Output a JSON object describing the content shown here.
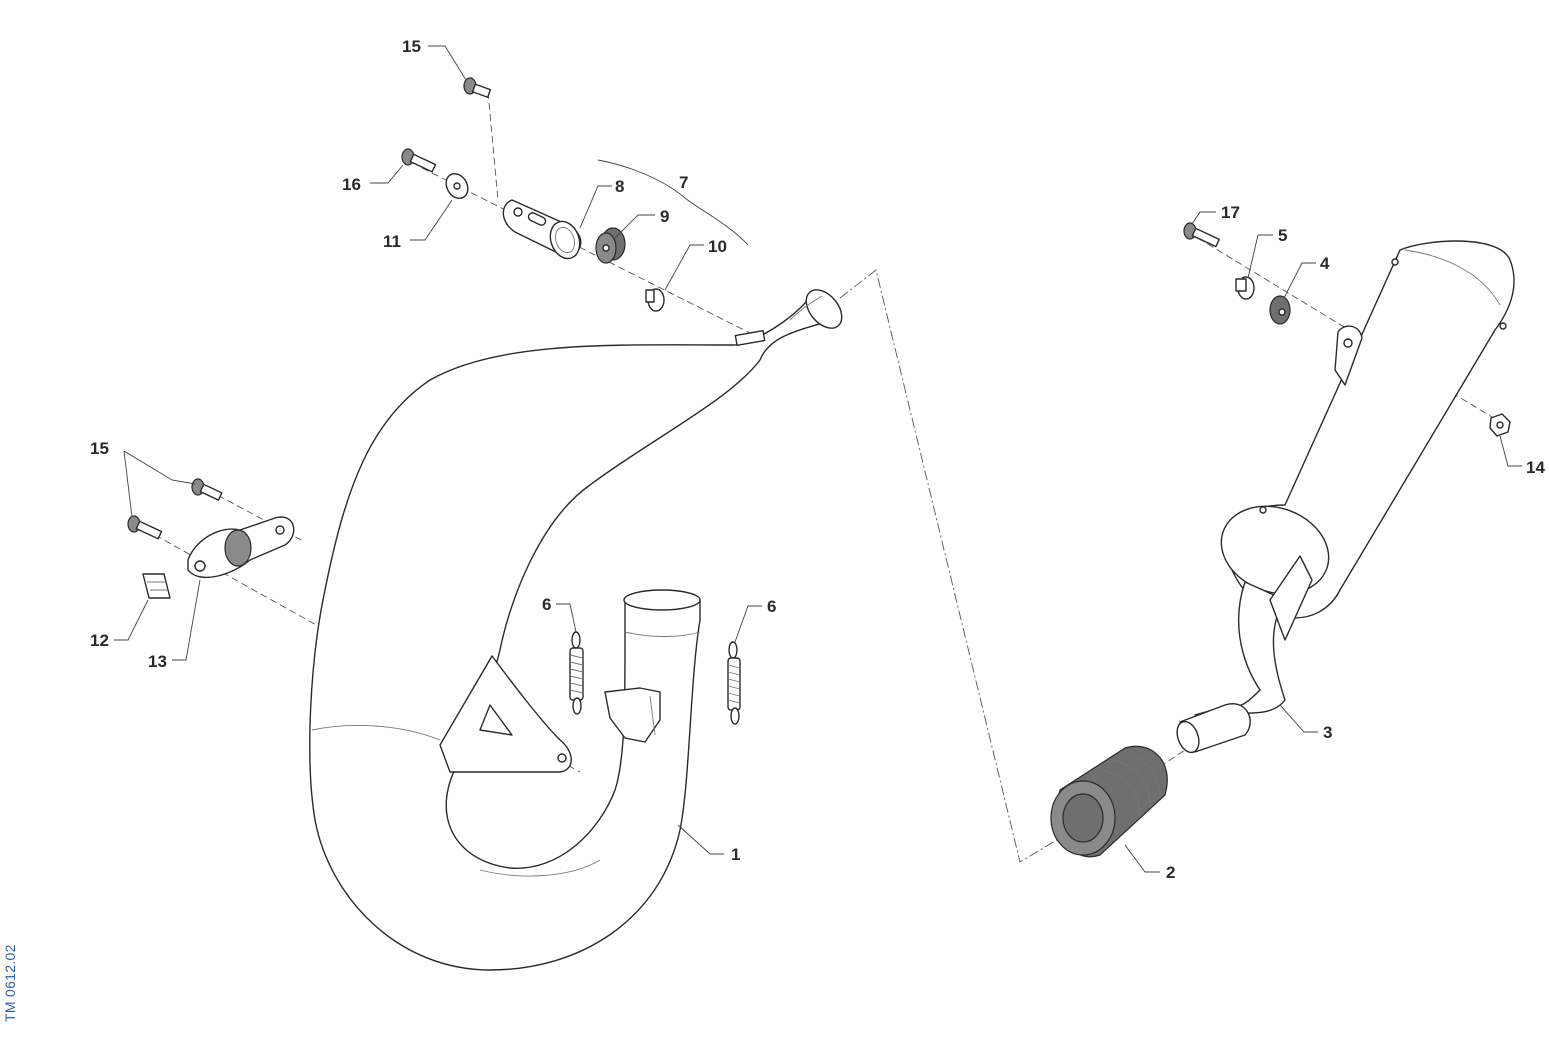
{
  "drawing_code": "TM 0612.02",
  "callouts": {
    "c1": "1",
    "c2": "2",
    "c3": "3",
    "c4": "4",
    "c5": "5",
    "c6a": "6",
    "c6b": "6",
    "c7": "7",
    "c8": "8",
    "c9": "9",
    "c10": "10",
    "c11": "11",
    "c12": "12",
    "c13": "13",
    "c14": "14",
    "c15a": "15",
    "c15b": "15",
    "c16": "16",
    "c17": "17"
  },
  "colors": {
    "line": "#2a2a2a",
    "drawing_code": "#2c5ea8"
  }
}
